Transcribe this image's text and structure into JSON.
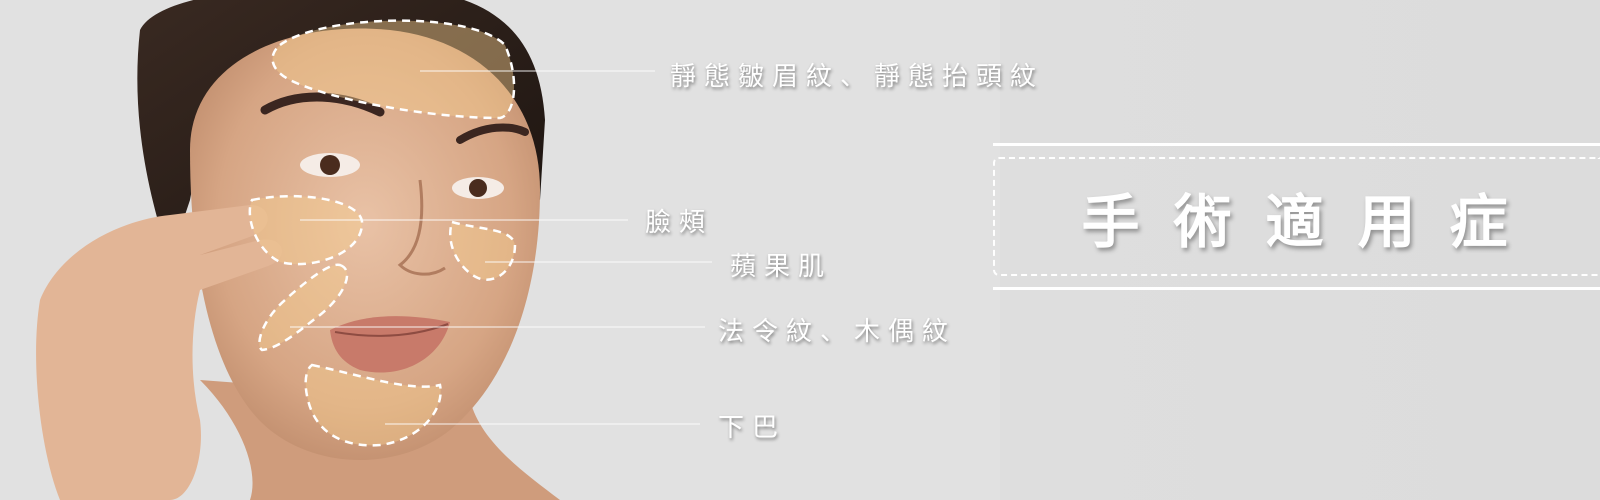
{
  "labels": {
    "forehead": "靜態皺眉紋、靜態抬頭紋",
    "cheek": "臉頰",
    "apple_cheek": "蘋果肌",
    "nasolabial": "法令紋、木偶紋",
    "chin": "下巴"
  },
  "title": "手術適用症",
  "colors": {
    "background": "#dedede",
    "zone_fill": "#f2c98a",
    "text": "#ffffff"
  }
}
